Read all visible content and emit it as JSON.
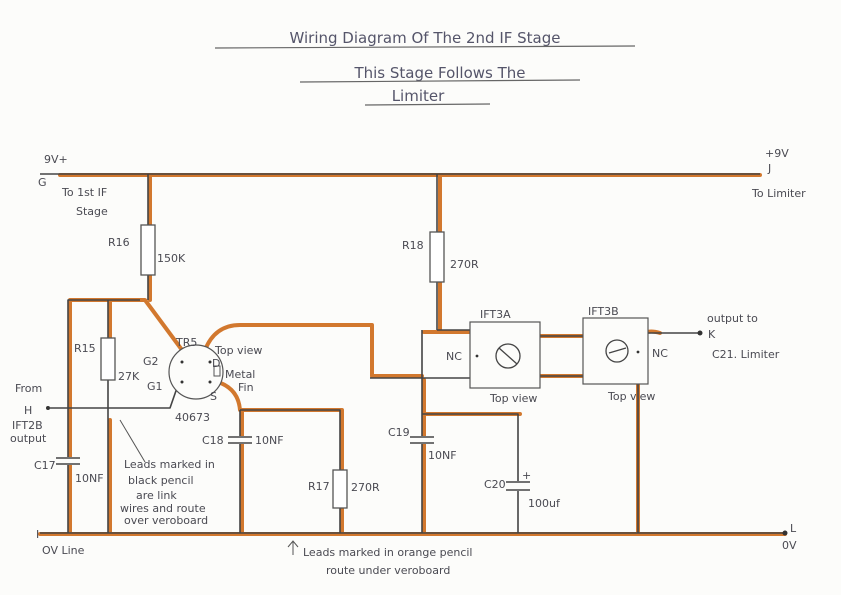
{
  "title": {
    "line1": "Wiring Diagram Of The 2nd IF Stage",
    "line2": "This Stage Follows The",
    "line3": "Limiter"
  },
  "terminals": {
    "g_supply": "9V+",
    "g_letter": "G",
    "g_note1": "To 1st IF",
    "g_note2": "Stage",
    "j_supply": "+9V",
    "j_letter": "J",
    "j_note": "To Limiter",
    "h_from": "From",
    "h_letter": "H",
    "h_note1": "IFT2B",
    "h_note2": "output",
    "i_letter": "I",
    "i_note": "OV Line",
    "l_letter": "L",
    "l_note": "0V",
    "k_note1": "output to",
    "k_letter": "K",
    "k_note2": "C21. Limiter"
  },
  "components": {
    "r16": {
      "ref": "R16",
      "value": "150K"
    },
    "r18": {
      "ref": "R18",
      "value": "270R"
    },
    "r15": {
      "ref": "R15",
      "value": "27K"
    },
    "r17": {
      "ref": "R17",
      "value": "270R"
    },
    "c17": {
      "ref": "C17",
      "value": "10NF"
    },
    "c18": {
      "ref": "C18",
      "value": "10NF"
    },
    "c19": {
      "ref": "C19",
      "value": "10NF"
    },
    "c20": {
      "ref": "C20",
      "value": "100uf",
      "polarity": "+"
    },
    "tr5": {
      "ref": "TR5",
      "part": "40673",
      "g1": "G1",
      "g2": "G2",
      "d": "D",
      "s": "S",
      "view": "Top view",
      "fin1": "Metal",
      "fin2": "Fin"
    },
    "ift3a": {
      "ref": "IFT3A",
      "nc": "NC",
      "view": "Top view"
    },
    "ift3b": {
      "ref": "IFT3B",
      "nc": "NC",
      "view": "Top view"
    }
  },
  "notes": {
    "black1": "Leads marked in",
    "black2": "black pencil",
    "black3": "are link",
    "black4": "wires and route",
    "black5": "over veroboard",
    "orange1": "Leads marked in orange pencil",
    "orange2": "route under veroboard"
  }
}
